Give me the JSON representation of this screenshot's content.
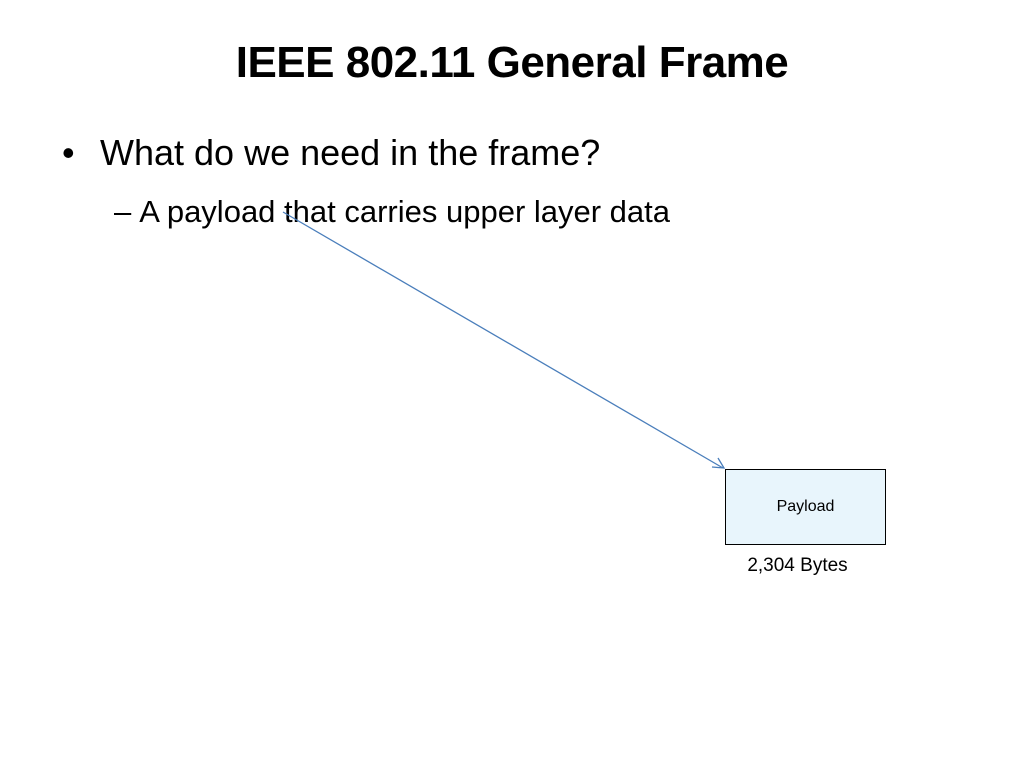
{
  "slide": {
    "title": "IEEE 802.11 General Frame",
    "bullets": [
      {
        "glyph": "•",
        "text": "What do we need in the frame?"
      }
    ],
    "sub_bullets": [
      {
        "glyph": "–",
        "text": "A payload that carries upper layer data"
      }
    ]
  },
  "diagram": {
    "fields": [
      {
        "label": "Payload",
        "size_label": "2,304 Bytes",
        "fill_color": "#e8f5fc"
      }
    ],
    "arrow_color": "#4a7ebb"
  }
}
